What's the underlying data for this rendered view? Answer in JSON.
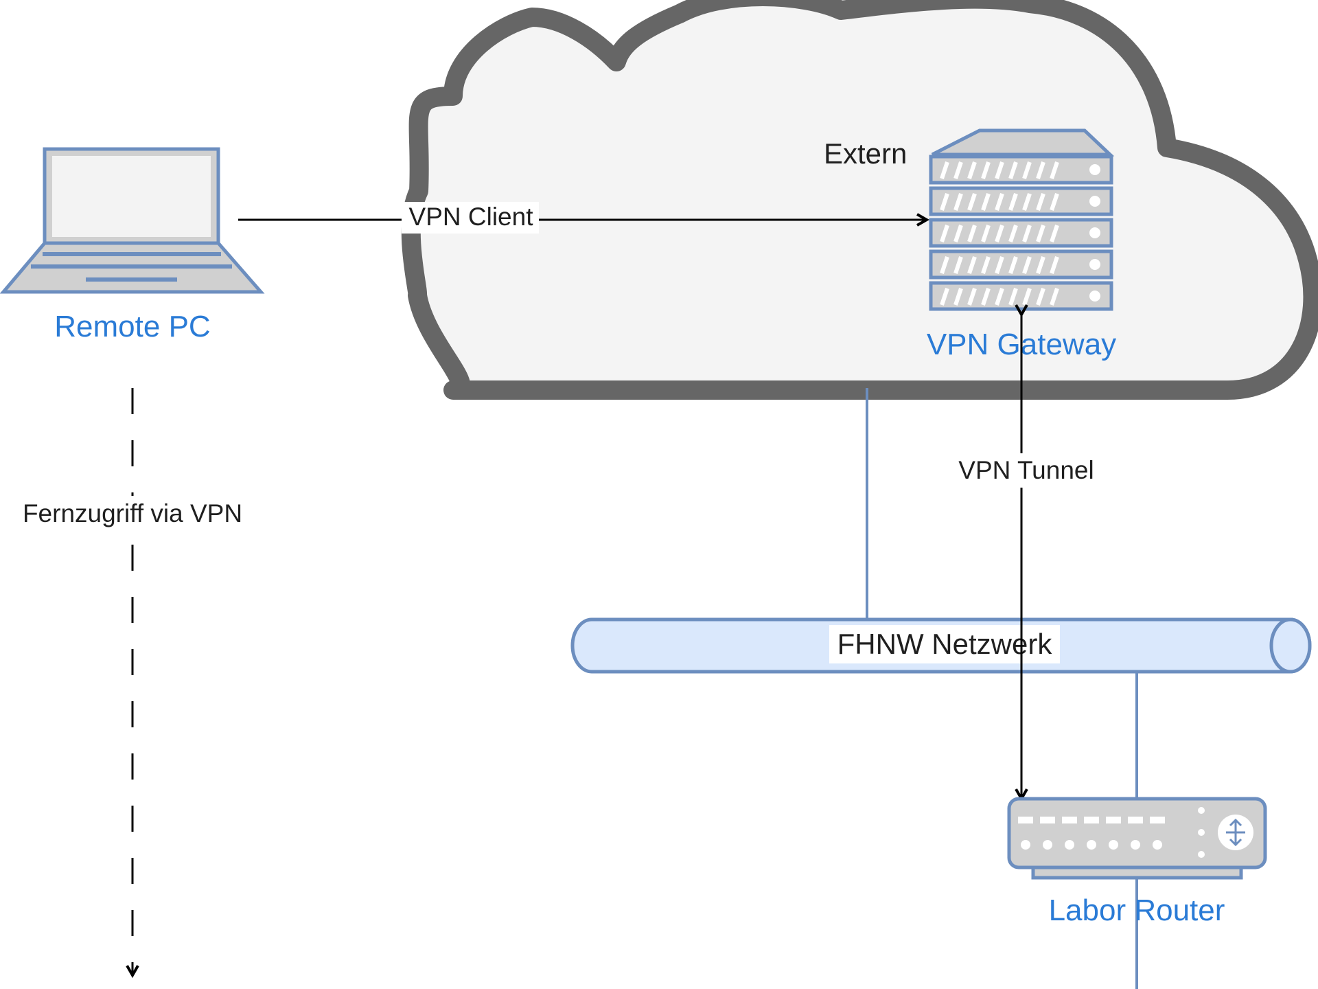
{
  "diagram": {
    "cloud": {
      "label": "Extern"
    },
    "nodes": {
      "remote_pc": {
        "label": "Remote PC",
        "icon": "laptop-icon"
      },
      "vpn_gateway": {
        "label": "VPN Gateway",
        "icon": "server-rack-icon"
      },
      "network": {
        "label": "FHNW Netzwerk",
        "icon": "network-bus-icon"
      },
      "labor_router": {
        "label": "Labor Router",
        "icon": "router-icon"
      }
    },
    "edges": {
      "vpn_client": {
        "label": "VPN Client"
      },
      "vpn_tunnel": {
        "label": "VPN Tunnel"
      },
      "remote_access": {
        "label": "Fernzugriff via VPN"
      }
    },
    "colors": {
      "device_stroke": "#6c8ebf",
      "device_fill": "#d0d0d0",
      "cloud_stroke": "#666666",
      "cloud_fill": "#f4f4f4",
      "pipe_fill": "#dae8fc",
      "label_blue": "#2a7bd6",
      "arrow": "#000000"
    }
  }
}
